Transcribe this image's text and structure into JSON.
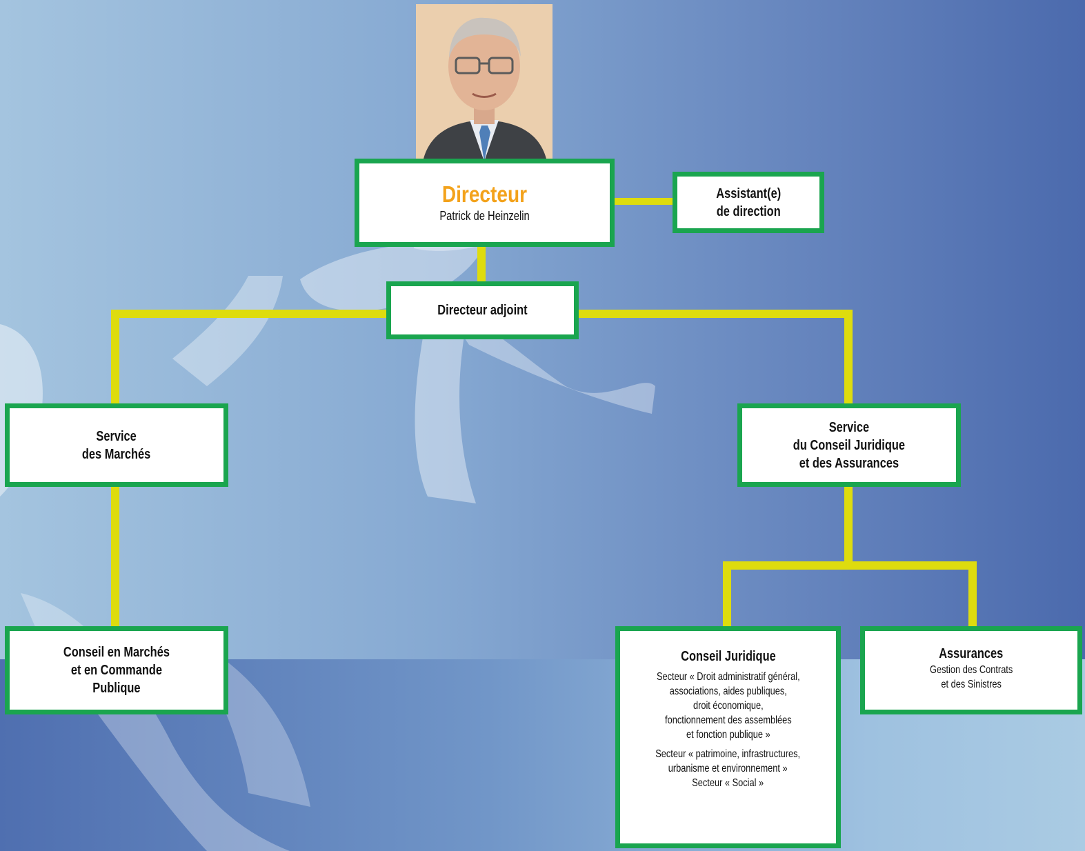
{
  "colors": {
    "box_border": "#1aa54f",
    "connector": "#dedc0e",
    "director_title": "#f3a21b",
    "background_light": "#a4c4df",
    "background_dark": "#4b6aad"
  },
  "director": {
    "photo_icon": "portrait-photo",
    "title": "Directeur",
    "name": "Patrick de Heinzelin"
  },
  "assistant": {
    "label": "Assistant(e)\nde direction"
  },
  "deputy": {
    "label": "Directeur adjoint"
  },
  "services": {
    "marches": {
      "label": "Service\ndes Marchés"
    },
    "juridique": {
      "label": "Service\ndu Conseil Juridique\net des Assurances"
    }
  },
  "units": {
    "conseil_marches": {
      "label": "Conseil en Marchés\net en Commande\nPublique"
    },
    "conseil_juridique": {
      "title": "Conseil Juridique",
      "sector1": "Secteur « Droit administratif général,\nassociations, aides publiques,\ndroit économique,\nfonctionnement des assemblées\net fonction publique »",
      "sector2": "Secteur « patrimoine, infrastructures,\nurbanisme et environnement »\nSecteur « Social »"
    },
    "assurances": {
      "title": "Assurances",
      "subtitle": "Gestion des Contrats\net des Sinistres"
    }
  }
}
